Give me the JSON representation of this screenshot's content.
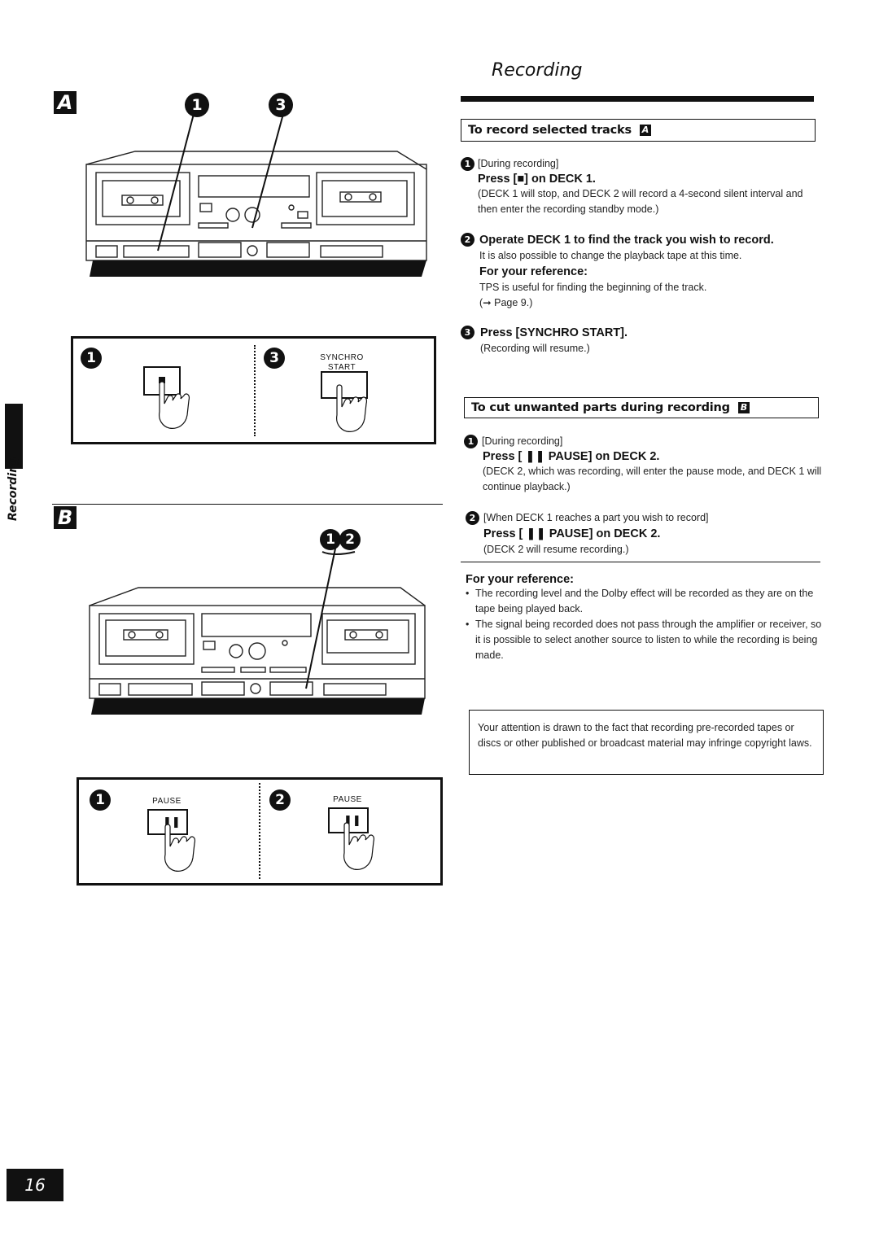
{
  "header": {
    "title": "Recording"
  },
  "left": {
    "section_a": {
      "badge": "A",
      "markers": [
        "1",
        "3"
      ]
    },
    "panel_a": {
      "step1": {
        "num": "1"
      },
      "step3": {
        "num": "3",
        "label_line1": "SYNCHRO",
        "label_line2": "START"
      }
    },
    "section_b": {
      "badge": "B",
      "markers": [
        "1",
        "2"
      ]
    },
    "panel_b": {
      "step1": {
        "num": "1",
        "label": "PAUSE"
      },
      "step2": {
        "num": "2",
        "label": "PAUSE"
      }
    }
  },
  "side_tab": {
    "label": "Recording"
  },
  "page_number": "16",
  "section_tracks": {
    "heading": "To record selected tracks",
    "tag": "A",
    "step1": {
      "num": "1",
      "condition": "[During recording]",
      "instruction": "Press [■] on DECK 1.",
      "note": "(DECK 1 will stop, and DECK 2 will record a 4-second silent interval and then enter the recording standby mode.)"
    },
    "step2": {
      "num": "2",
      "instruction": "Operate DECK 1 to find the track you wish to record.",
      "note": "It is also possible to change the playback tape at this time.",
      "ref_heading": "For your reference:",
      "ref_text": "TPS is useful for finding the beginning of the track.",
      "ref_page": "(➞ Page 9.)"
    },
    "step3": {
      "num": "3",
      "instruction": "Press [SYNCHRO START].",
      "note": "(Recording will resume.)"
    }
  },
  "section_cut": {
    "heading": "To cut unwanted parts during recording",
    "tag": "B",
    "step1": {
      "num": "1",
      "condition": "[During recording]",
      "instruction": "Press [ ❚❚ PAUSE] on DECK 2.",
      "note": "(DECK 2, which was recording, will enter the pause mode, and DECK 1 will continue playback.)"
    },
    "step2": {
      "num": "2",
      "condition": "[When DECK 1 reaches a part you wish to record]",
      "instruction": "Press [ ❚❚ PAUSE] on DECK 2.",
      "note": "(DECK 2 will resume recording.)"
    }
  },
  "reference": {
    "heading": "For your reference:",
    "bullets": [
      "The recording level and the Dolby effect will be recorded as they are on the tape being played back.",
      "The signal being recorded does not pass through the amplifier or receiver, so it is possible to select another source to listen to while the recording is being made."
    ]
  },
  "copyright_notice": "Your attention is drawn to the fact that recording pre-recorded tapes or discs or other published or broadcast material may infringe copyright laws."
}
